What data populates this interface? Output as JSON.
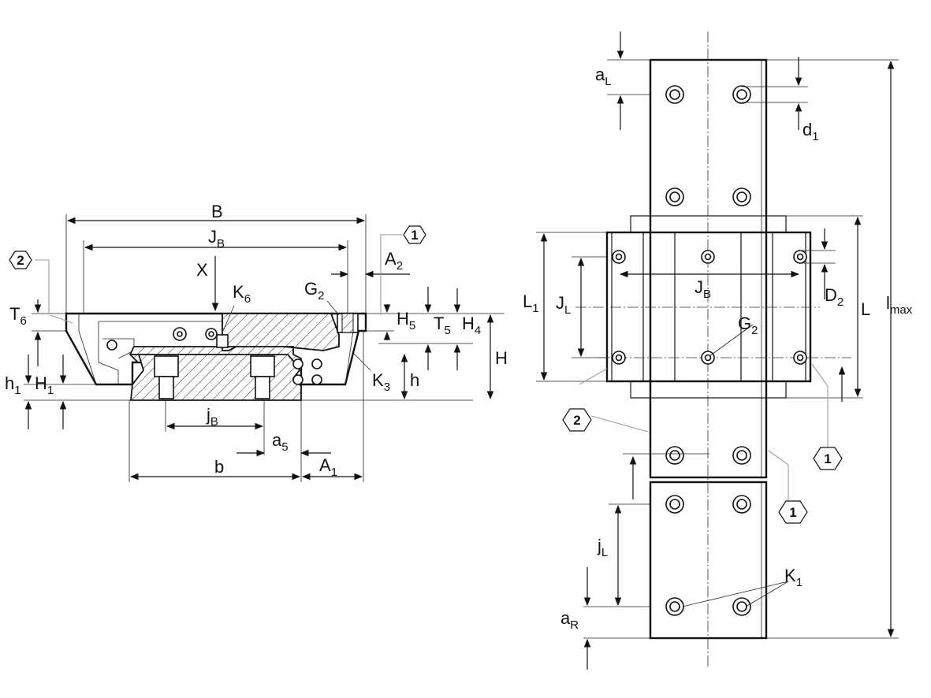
{
  "cross_section": {
    "dims": {
      "B": "B",
      "JB": {
        "main": "J",
        "sub": "B"
      },
      "A2": {
        "main": "A",
        "sub": "2"
      },
      "X": "X",
      "K6": {
        "main": "K",
        "sub": "6"
      },
      "G2": {
        "main": "G",
        "sub": "2"
      },
      "T6": {
        "main": "T",
        "sub": "6"
      },
      "H5": {
        "main": "H",
        "sub": "5"
      },
      "T5": {
        "main": "T",
        "sub": "5"
      },
      "H4": {
        "main": "H",
        "sub": "4"
      },
      "H": "H",
      "K3": {
        "main": "K",
        "sub": "3"
      },
      "h": "h",
      "h1": {
        "main": "h",
        "sub": "1"
      },
      "H1": {
        "main": "H",
        "sub": "1"
      },
      "jB": {
        "main": "j",
        "sub": "B"
      },
      "a5": {
        "main": "a",
        "sub": "5"
      },
      "b": "b",
      "A1": {
        "main": "A",
        "sub": "1"
      }
    },
    "callouts": {
      "c1": "1",
      "c2": "2"
    }
  },
  "top_view": {
    "dims": {
      "aL": {
        "main": "a",
        "sub": "L"
      },
      "d1": {
        "main": "d",
        "sub": "1"
      },
      "D2": {
        "main": "D",
        "sub": "2"
      },
      "L": "L",
      "L1": {
        "main": "L",
        "sub": "1"
      },
      "JL": {
        "main": "J",
        "sub": "L"
      },
      "JB": {
        "main": "J",
        "sub": "B"
      },
      "G2": {
        "main": "G",
        "sub": "2"
      },
      "lmax": {
        "main": "l",
        "sub": "max"
      },
      "jL": {
        "main": "j",
        "sub": "L"
      },
      "K1": {
        "main": "K",
        "sub": "1"
      },
      "aR": {
        "main": "a",
        "sub": "R"
      }
    },
    "callouts": {
      "c1a": "1",
      "c1b": "1",
      "c2": "2"
    }
  }
}
